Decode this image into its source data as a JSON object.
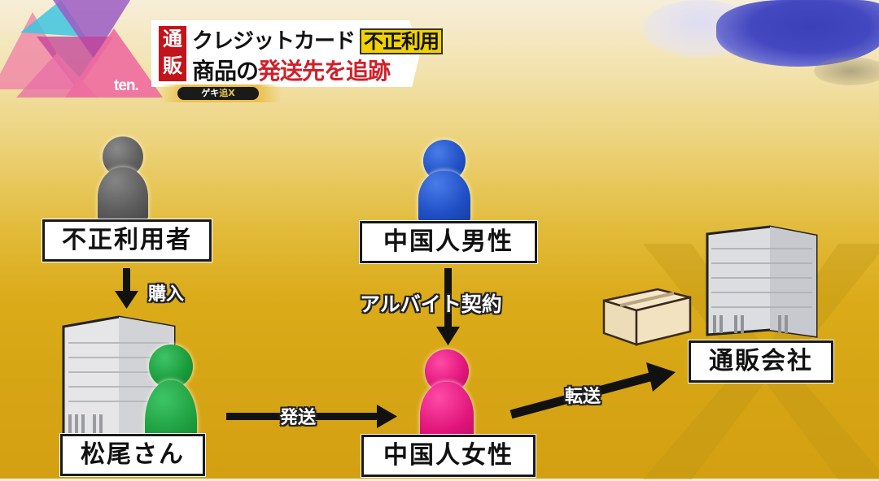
{
  "broadcast": {
    "channel_logo": "ten.",
    "program_badge": {
      "prefix": "ゲキ",
      "highlight": "追X"
    },
    "title": {
      "category": [
        "通",
        "販"
      ],
      "line1": "クレジットカード",
      "line1_highlight": "不正利用",
      "line2_prefix": "商品の",
      "line2_red": "発送先を追跡"
    }
  },
  "diagram": {
    "nodes": {
      "fraud_user": {
        "label": "不正利用者",
        "icon": "gray-person-pawn-icon",
        "color": "#6a6a6a"
      },
      "chinese_man": {
        "label": "中国人男性",
        "icon": "blue-person-pawn-icon",
        "color": "#1f4fc4"
      },
      "matsuo": {
        "label": "松尾さん",
        "icon": "green-person-pawn-with-building-icon",
        "color": "#1a9a3a"
      },
      "chinese_woman": {
        "label": "中国人女性",
        "icon": "pink-person-pawn-icon",
        "color": "#e0147a"
      },
      "mail_order_company": {
        "label": "通販会社",
        "icon": "office-building-icon"
      }
    },
    "edges": {
      "purchase": {
        "label": "購入",
        "from": "不正利用者",
        "to": "松尾さん"
      },
      "part_time_contract": {
        "label": "アルバイト契約",
        "from": "中国人男性",
        "to": "中国人女性"
      },
      "ship": {
        "label": "発送",
        "from": "松尾さん",
        "to": "中国人女性"
      },
      "forward": {
        "label": "転送",
        "from": "中国人女性",
        "to": "通販会社"
      }
    },
    "package_icon": "cardboard-box-icon"
  },
  "colors": {
    "background_gold": "#dbab1a",
    "title_red": "#c3141c",
    "highlight_yellow": "#f1d200"
  }
}
